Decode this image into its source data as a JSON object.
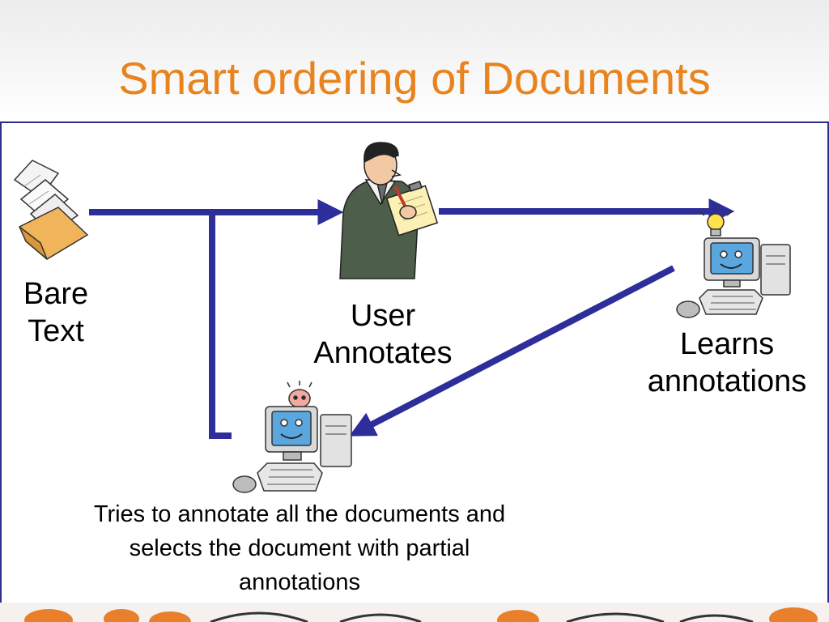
{
  "slide": {
    "title": "Smart ordering of Documents"
  },
  "nodes": {
    "documents": {
      "label_line1": "Bare",
      "label_line2": "Text",
      "icon": "documents-folder-icon"
    },
    "user": {
      "label_line1": "User",
      "label_line2": "Annotates",
      "icon": "person-with-clipboard-icon"
    },
    "learner": {
      "label_line1": "Learns",
      "label_line2": "annotations",
      "icon": "computer-with-lightbulb-icon"
    },
    "selector": {
      "icon": "computer-with-face-icon"
    }
  },
  "caption": {
    "line1": "Tries to annotate all the documents and",
    "line2": "selects the document with partial",
    "line3": "annotations"
  },
  "colors": {
    "title": "#e8831e",
    "arrow": "#2e2e9a",
    "frame": "#2e2e8a"
  }
}
